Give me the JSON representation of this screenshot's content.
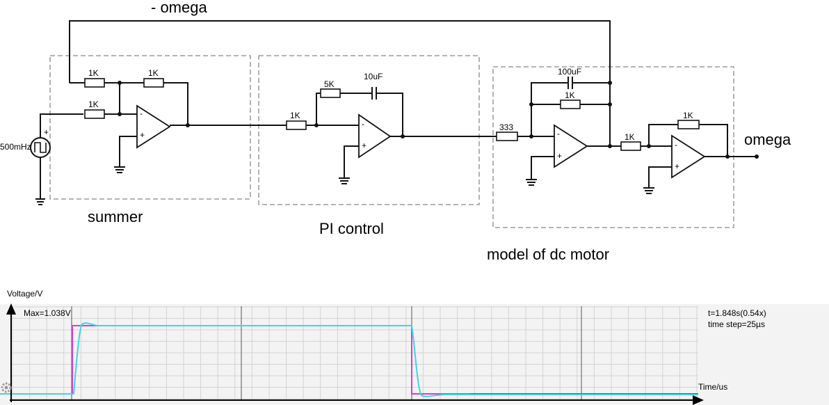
{
  "labels": {
    "feedback": "- omega",
    "output": "omega",
    "summer": "summer",
    "pi_control": "PI control",
    "motor_model": "model of dc motor"
  },
  "components": {
    "source_freq": "500mHz",
    "summer_r_feedback": "1K",
    "summer_r_input": "1K",
    "summer_r_loop": "1K",
    "pi_r_input": "1K",
    "pi_r_series": "5K",
    "pi_c_series": "10uF",
    "motor_r_input": "333",
    "motor_c_feedback": "100uF",
    "motor_r_feedback": "1K",
    "inv_r_input": "1K",
    "inv_r_feedback": "1K"
  },
  "scope": {
    "y_label": "Voltage/V",
    "x_label": "Time/us",
    "max_label": "Max=1.038V",
    "time_info": "t=1.848s(0.54x)",
    "step_info": "time step=25µs",
    "colors": {
      "input": "#d63bd6",
      "output": "#3bd6e6",
      "step": "#2b5fd9"
    }
  }
}
